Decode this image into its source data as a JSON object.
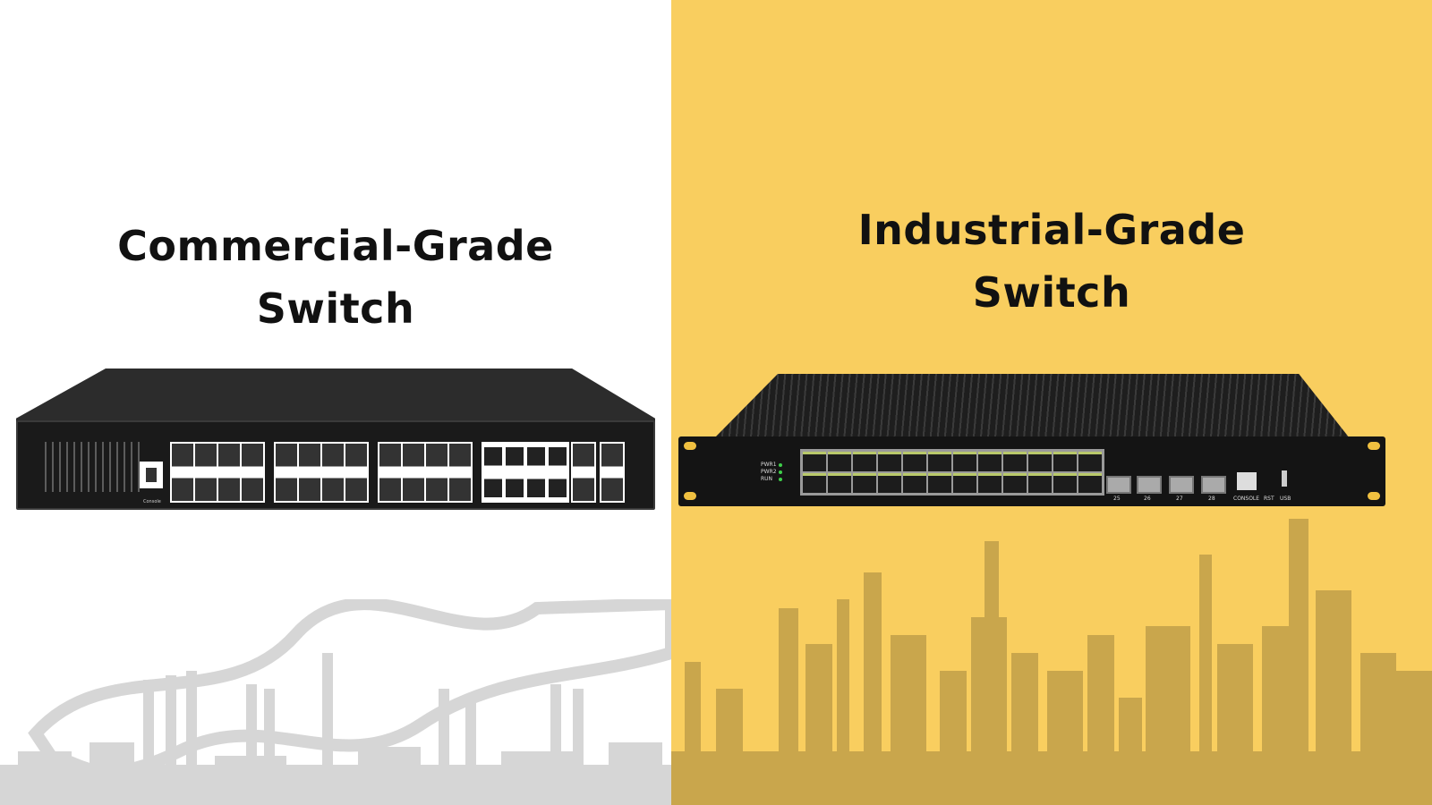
{
  "left": {
    "title_line1": "Commercial-Grade",
    "title_line2": "Switch",
    "background": "#ffffff",
    "skyline_color": "#d6d6d6",
    "device": {
      "console_label": "Console"
    }
  },
  "right": {
    "title_line1": "Industrial-Grade",
    "title_line2": "Switch",
    "background": "#f9ce5f",
    "skyline_color": "#c9a64c",
    "device": {
      "led_labels": [
        "PWR1",
        "PWR2",
        "RUN"
      ],
      "sfp_labels": [
        "25",
        "26",
        "27",
        "28"
      ],
      "console_label": "CONSOLE",
      "reset_label": "RST",
      "usb_label": "USB"
    }
  }
}
